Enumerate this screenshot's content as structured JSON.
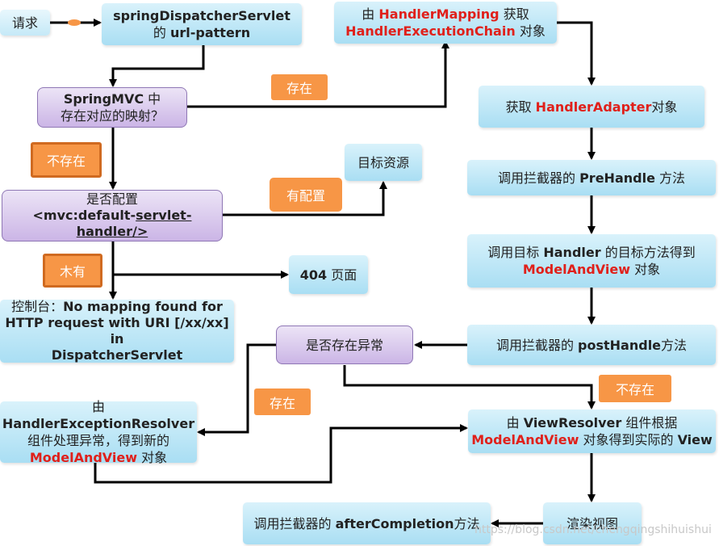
{
  "nodes": {
    "request": "请求",
    "dispatcher": {
      "line1": "springDispatcherServlet",
      "line2_pre": "的 ",
      "line2_b": "url-pattern"
    },
    "handler_mapping": {
      "pre": "由 ",
      "red1": "HandlerMapping",
      "mid": " 获取",
      "red2": "HandlerExecutionChain",
      "post": " 对象"
    },
    "has_mapping": {
      "line1_b": "SpringMVC",
      "line1_post": " 中",
      "line2": "存在对应的映射？"
    },
    "get_adapter": {
      "pre": "获取 ",
      "red": "HandlerAdapter",
      "post": "对象"
    },
    "target_resource": "目标资源",
    "prehandle": {
      "pre": "调用拦截器的 ",
      "b": "PreHandle",
      "post": " 方法"
    },
    "default_servlet": {
      "line1": "是否配置",
      "line2_pre": "<mvc:default-",
      "line2_u": "servlet-",
      "line3": "handler/>"
    },
    "invoke_handler": {
      "pre": "调用目标 ",
      "b": "Handler",
      "post": " 的目标方法得到",
      "red": "ModelAndView",
      "post2": " 对象"
    },
    "page404": {
      "b": "404",
      "post": " 页面"
    },
    "console": {
      "pre": "控制台：",
      "b1": "No mapping found for",
      "b2": "HTTP request with URI [/xx/xx] in",
      "b3": "DispatcherServlet"
    },
    "has_exception": "是否存在异常",
    "posthandle": {
      "pre": "调用拦截器的 ",
      "b": "postHandle",
      "post": "方法"
    },
    "exception_resolver": {
      "pre": "由 ",
      "b": "HandlerExceptionResolver",
      "line2": "组件处理异常，得到新的",
      "red": "ModelAndView",
      "post": " 对象"
    },
    "view_resolver": {
      "pre": "由 ",
      "b": "ViewResolver",
      "post": " 组件根据",
      "red": "ModelAndView",
      "mid": " 对象得到实际的 ",
      "b2": "View"
    },
    "after_completion": {
      "pre": "调用拦截器的 ",
      "b": "afterCompletion",
      "post": "方法"
    },
    "render_view": "渲染视图"
  },
  "labels": {
    "exists_top": "存在",
    "not_exists_left": "不存在",
    "configured": "有配置",
    "not_configured": "木有",
    "exists_exception": "存在",
    "not_exists_right": "不存在"
  },
  "watermark": "https://blog.csdn.net/chengqingshihuishui"
}
